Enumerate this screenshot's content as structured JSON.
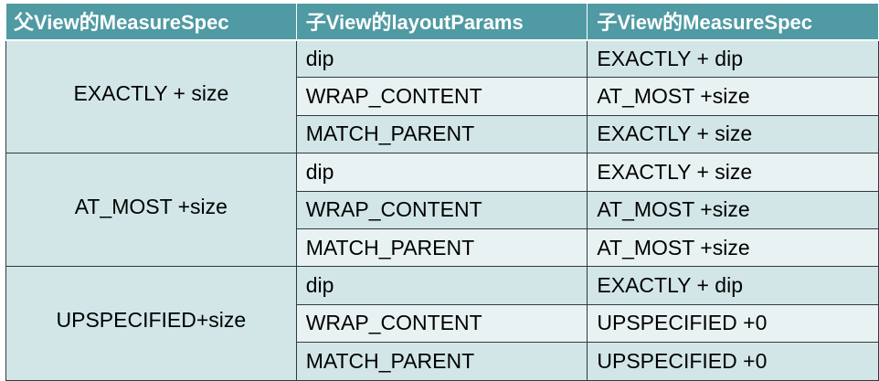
{
  "headers": [
    "父View的MeasureSpec",
    "子View的layoutParams",
    "子View的MeasureSpec"
  ],
  "groups": [
    {
      "parent_spec": "EXACTLY + size",
      "rows": [
        {
          "layout_params": "dip",
          "child_spec": "EXACTLY + dip"
        },
        {
          "layout_params": "WRAP_CONTENT",
          "child_spec": "AT_MOST +size"
        },
        {
          "layout_params": "MATCH_PARENT",
          "child_spec": "EXACTLY + size"
        }
      ]
    },
    {
      "parent_spec": "AT_MOST +size",
      "rows": [
        {
          "layout_params": "dip",
          "child_spec": "EXACTLY + size"
        },
        {
          "layout_params": "WRAP_CONTENT",
          "child_spec": "AT_MOST +size"
        },
        {
          "layout_params": "MATCH_PARENT",
          "child_spec": "AT_MOST +size"
        }
      ]
    },
    {
      "parent_spec": "UPSPECIFIED+size",
      "rows": [
        {
          "layout_params": "dip",
          "child_spec": "EXACTLY + dip"
        },
        {
          "layout_params": "WRAP_CONTENT",
          "child_spec": "UPSPECIFIED +0"
        },
        {
          "layout_params": "MATCH_PARENT",
          "child_spec": "UPSPECIFIED +0"
        }
      ]
    }
  ]
}
